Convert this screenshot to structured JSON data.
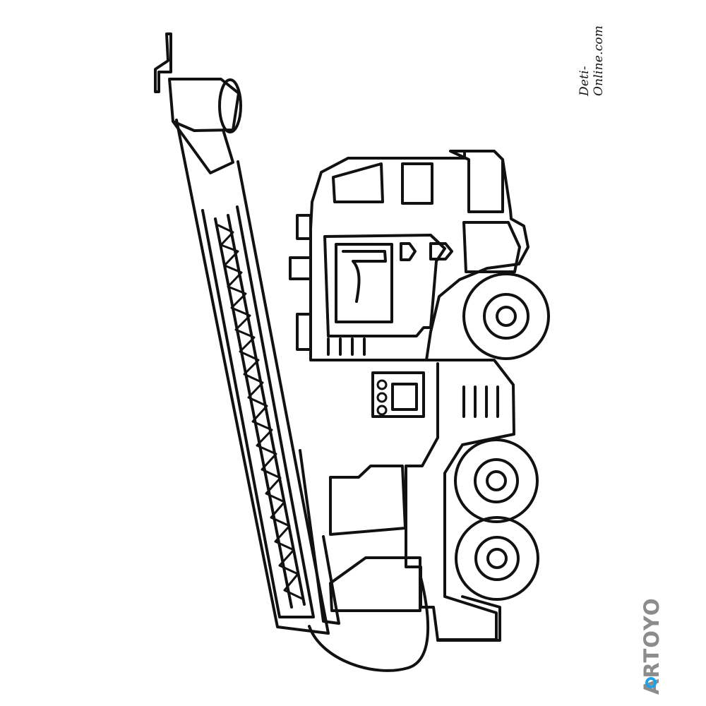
{
  "watermarks": {
    "site": "Deti-Online.com",
    "brand": "ARTOYO",
    "brand_dot_color": "#1fa2e8"
  },
  "illustration": {
    "type": "coloring-page",
    "subject": "fire truck with ladder",
    "line_color": "#111111",
    "background_color": "#ffffff"
  }
}
